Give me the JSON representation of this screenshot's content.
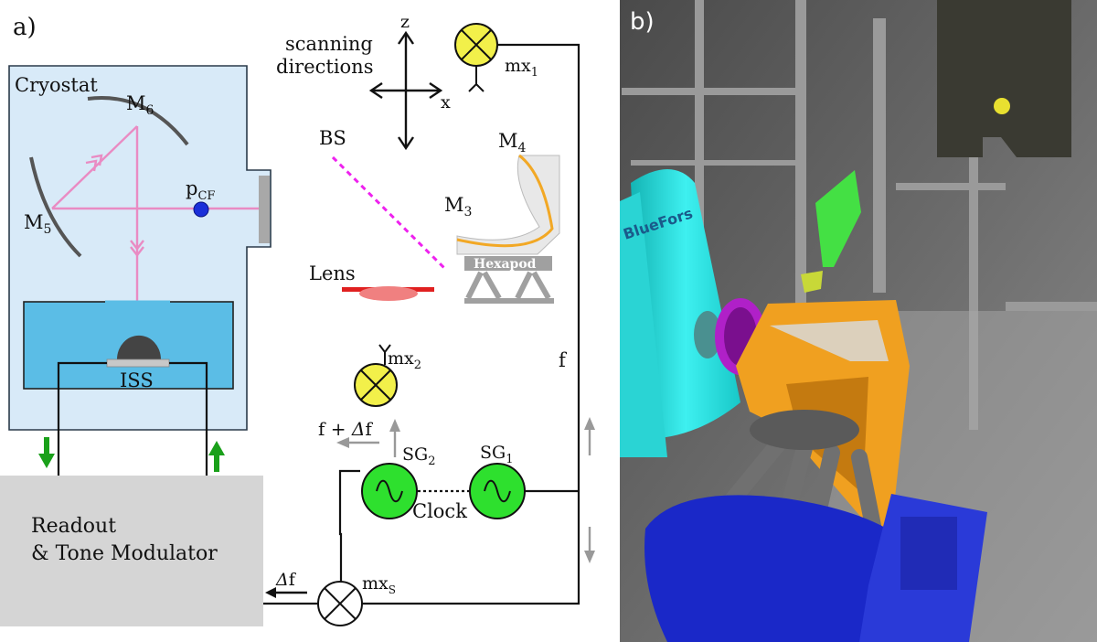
{
  "panel_a": {
    "label": "a)",
    "cryostat": "Cryostat",
    "m6": "M",
    "m6_sub": "6",
    "m5": "M",
    "m5_sub": "5",
    "pcf": "p",
    "pcf_sub": "CF",
    "iss": "ISS",
    "readout_line1": "Readout",
    "readout_line2": "& Tone Modulator",
    "scanning_line1": "scanning",
    "scanning_line2": "directions",
    "axis_z": "z",
    "axis_x": "x",
    "bs": "BS",
    "lens": "Lens",
    "m4": "M",
    "m4_sub": "4",
    "m3": "M",
    "m3_sub": "3",
    "hexapod": "Hexapod",
    "mx1": "mx",
    "mx1_sub": "1",
    "mx2": "mx",
    "mx2_sub": "2",
    "mxs": "mx",
    "mxs_sub": "S",
    "sg1": "SG",
    "sg1_sub": "1",
    "sg2": "SG",
    "sg2_sub": "2",
    "clock": "Clock",
    "f": "f",
    "f_plus": "f + ",
    "delta": "Δ",
    "f_suffix": "f",
    "delta_f_delta": "Δ",
    "delta_f_f": "f"
  },
  "panel_b": {
    "label": "b)",
    "brand": "BlueFors"
  },
  "colors": {
    "cryostat_fill": "#d8eaf8",
    "bath_fill": "#5bbde6",
    "beam": "#e98bc3",
    "mixer_yellow": "#f2f04a",
    "sg_green": "#2ee02e",
    "arrow_green": "#1aa01a",
    "readout_gray": "#d5d5d5",
    "bs_magenta": "#ee22ee",
    "lens_red": "#e02020",
    "mirror_orange": "#f2a825",
    "hexapod_gray": "#a0a0a0",
    "pcf_blue": "#1a2fd9",
    "photo_cyan": "#22dede",
    "photo_orange": "#f0a020",
    "photo_blue": "#1a28c8",
    "photo_green": "#44e044",
    "photo_purple": "#b020c8"
  }
}
